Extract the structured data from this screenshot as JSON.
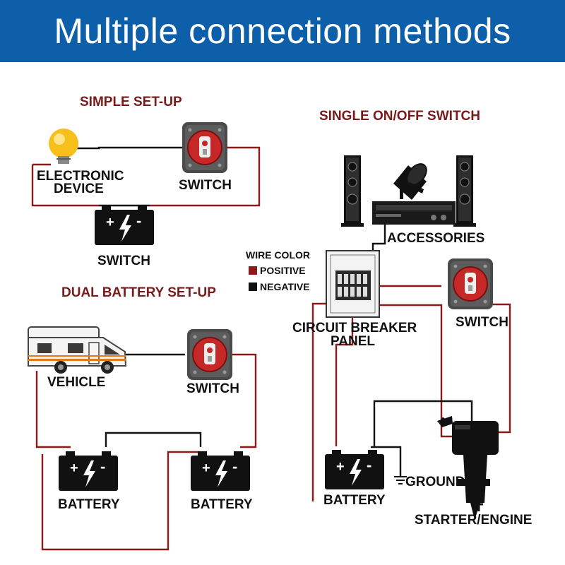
{
  "header": {
    "title": "Multiple connection methods"
  },
  "colors": {
    "header_bg": "#0c5fa8",
    "positive_wire": "#8b1a1a",
    "negative_wire": "#111111",
    "section_title": "#7a1a1a"
  },
  "simple_setup": {
    "title": "SIMPLE SET-UP",
    "device_label_1": "ELECTRONIC",
    "device_label_2": "DEVICE",
    "switch_label": "SWITCH",
    "battery_label": "SWITCH"
  },
  "wire_color": {
    "title": "WIRE COLOR",
    "positive": "POSITIVE",
    "negative": "NEGATIVE"
  },
  "dual_battery": {
    "title": "DUAL BATTERY SET-UP",
    "vehicle_label": "VEHICLE",
    "switch_label": "SWITCH",
    "battery1_label": "BATTERY",
    "battery2_label": "BATTERY"
  },
  "single_switch": {
    "title": "SINGLE ON/OFF SWITCH",
    "accessories_label": "ACCESSORIES",
    "panel_label_1": "CIRCUIT BREAKER",
    "panel_label_2": "PANEL",
    "switch_label": "SWITCH",
    "battery_label": "BATTERY",
    "ground_label": "GROUND",
    "engine_label": "STARTER/ENGINE"
  },
  "icons": [
    "bulb-icon",
    "battery-switch-icon",
    "battery-icon",
    "rv-vehicle-icon",
    "speaker-icon",
    "stage-light-icon",
    "amplifier-icon",
    "circuit-breaker-panel-icon",
    "outboard-engine-icon",
    "ground-symbol-icon"
  ]
}
